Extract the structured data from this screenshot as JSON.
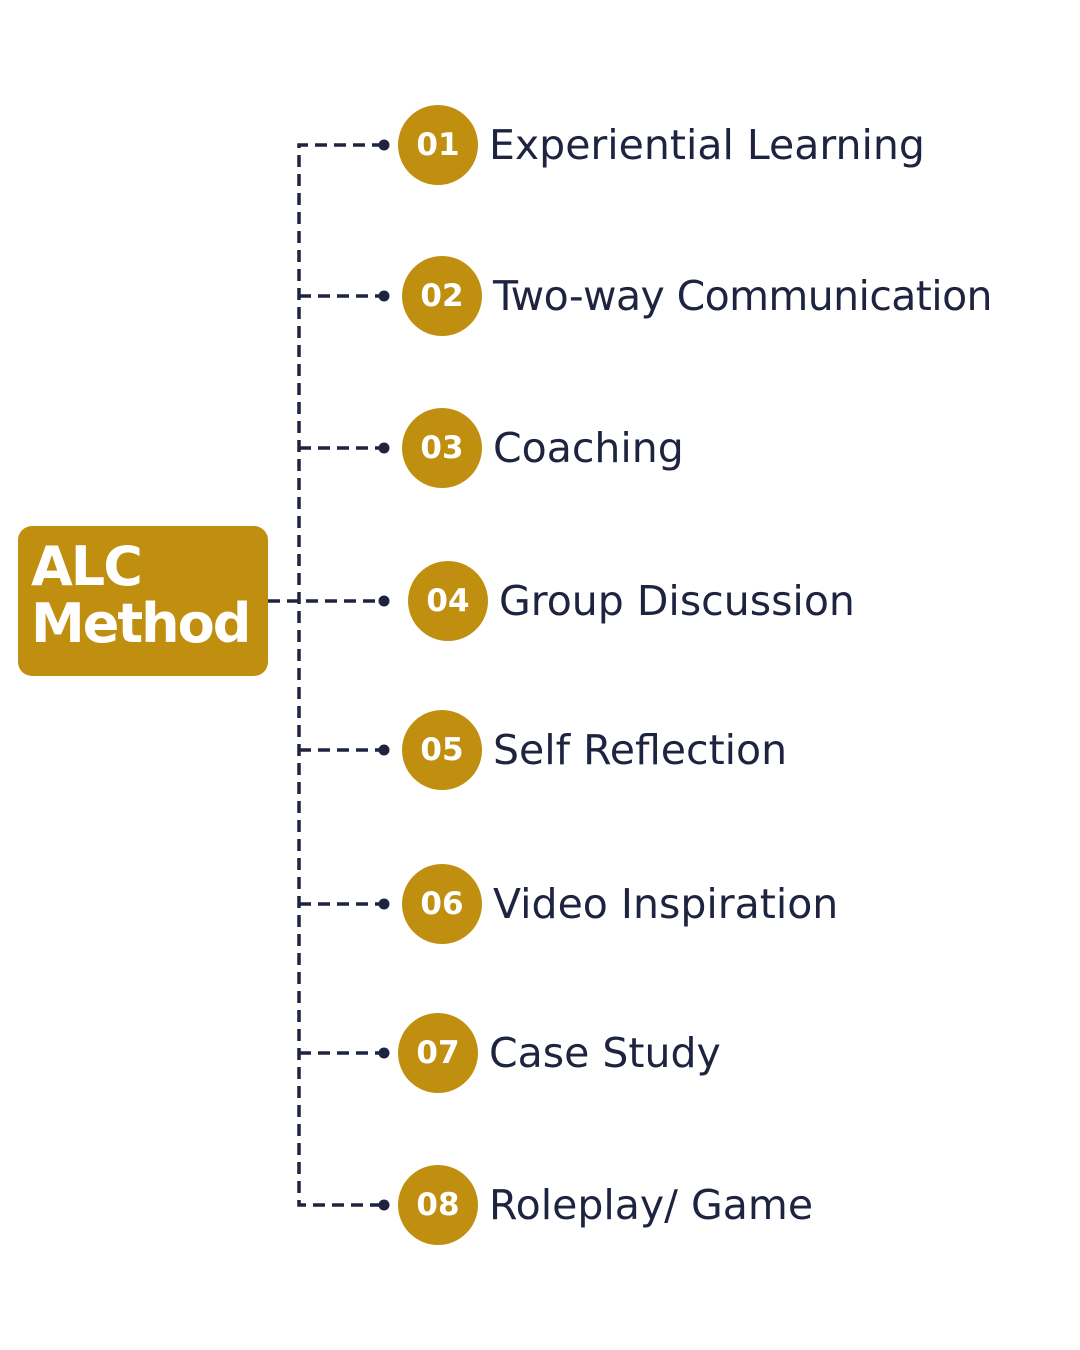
{
  "diagram": {
    "root": {
      "line1": "ALC",
      "line2": "Method"
    },
    "items": [
      {
        "number": "01",
        "label": "Experiential Learning"
      },
      {
        "number": "02",
        "label": "Two-way Communication"
      },
      {
        "number": "03",
        "label": "Coaching"
      },
      {
        "number": "04",
        "label": "Group Discussion"
      },
      {
        "number": "05",
        "label": "Self Reflection"
      },
      {
        "number": "06",
        "label": "Video Inspiration"
      },
      {
        "number": "07",
        "label": "Case Study"
      },
      {
        "number": "08",
        "label": "Roleplay/ Game"
      }
    ]
  },
  "colors": {
    "accent": "#c18f0f",
    "connector": "#1e2440",
    "text": "#1e2440",
    "background": "#ffffff"
  }
}
